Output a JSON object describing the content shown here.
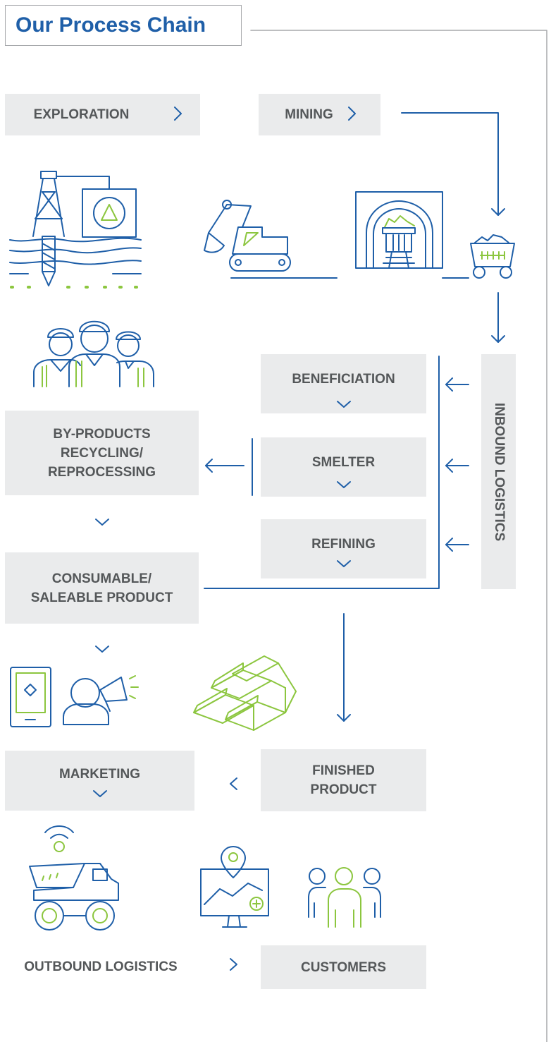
{
  "title": "Our Process Chain",
  "stages": {
    "exploration": "EXPLORATION",
    "mining": "MINING",
    "beneficiation": "BENEFICIATION",
    "byproducts": [
      "BY-PRODUCTS",
      "RECYCLING/",
      "REPROCESSING"
    ],
    "smelter": "SMELTER",
    "refining": "REFINING",
    "consumable": [
      "CONSUMABLE/",
      "SALEABLE PRODUCT"
    ],
    "inbound": "INBOUND LOGISTICS",
    "marketing": "MARKETING",
    "finished": [
      "FINISHED",
      "PRODUCT"
    ],
    "outbound": "OUTBOUND LOGISTICS",
    "customers": "CUSTOMERS"
  },
  "colors": {
    "blue": "#1f5fa8",
    "green": "#8cc63f",
    "box": "#eaebec",
    "text": "#545759"
  },
  "icons": [
    "drilling-rig-icon",
    "excavator-icon",
    "mine-tunnel-icon",
    "ore-cart-icon",
    "workers-icon",
    "tablet-icon",
    "marketer-megaphone-icon",
    "gold-bars-icon",
    "haul-truck-icon",
    "map-monitor-icon",
    "customers-icon"
  ]
}
